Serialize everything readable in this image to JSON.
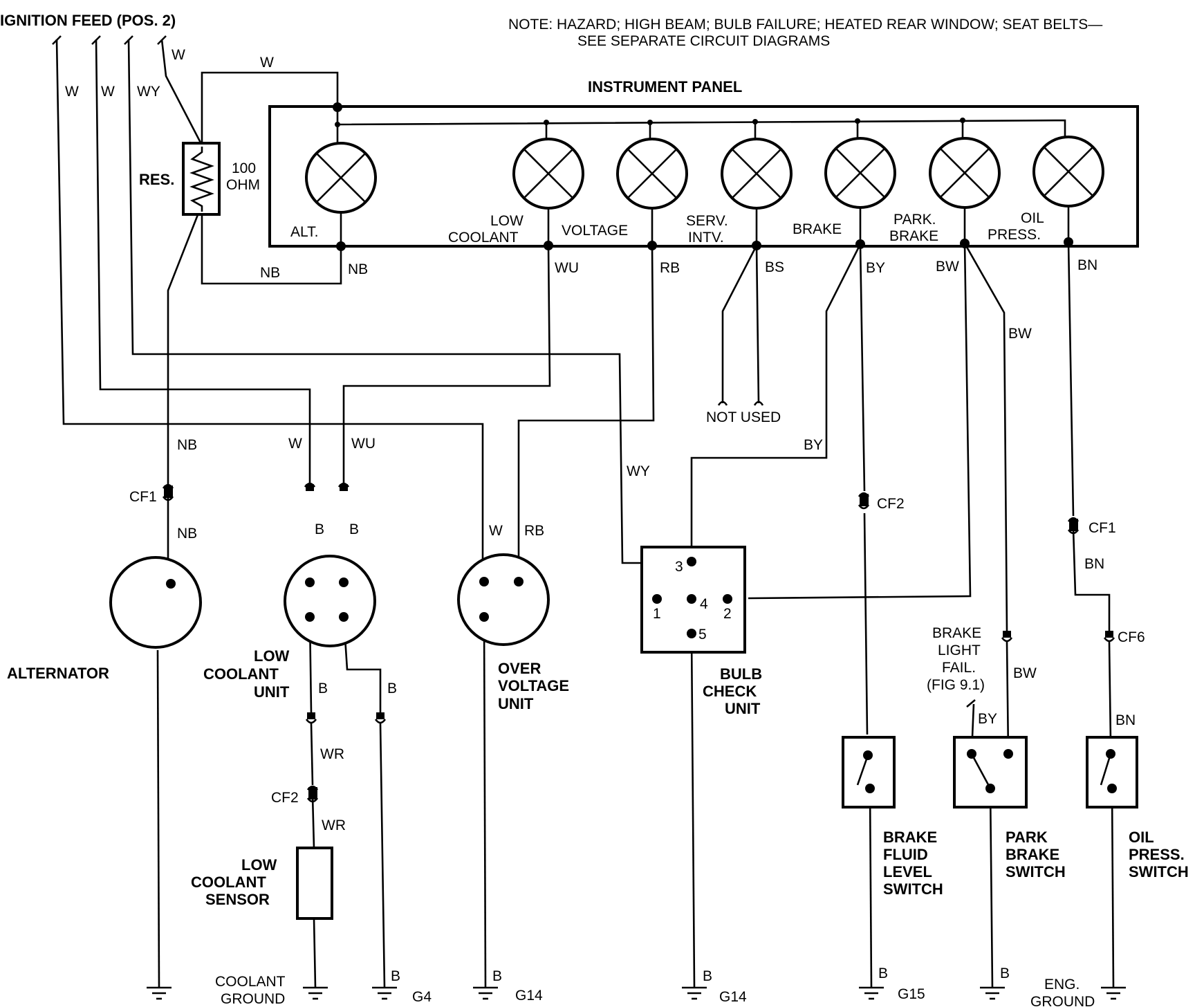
{
  "title": "IGNITION FEED (POS. 2)",
  "note": {
    "line1": "NOTE:  HAZARD; HIGH BEAM; BULB FAILURE; HEATED REAR WINDOW; SEAT BELTS—",
    "line2": "SEE SEPARATE CIRCUIT DIAGRAMS"
  },
  "instrument_panel": {
    "label": "INSTRUMENT PANEL",
    "lamps": [
      {
        "label1": "",
        "label2": "ALT."
      },
      {
        "label1": "LOW",
        "label2": "COOLANT"
      },
      {
        "label1": "",
        "label2": "VOLTAGE"
      },
      {
        "label1": "SERV.",
        "label2": "INTV."
      },
      {
        "label1": "",
        "label2": "BRAKE"
      },
      {
        "label1": "PARK.",
        "label2": "BRAKE"
      },
      {
        "label1": "OIL",
        "label2": "PRESS."
      }
    ]
  },
  "resistor": {
    "label": "RES.",
    "value1": "100",
    "value2": "OHM"
  },
  "wire_labels": {
    "feed1": "W",
    "feed2": "W",
    "feed3": "WY",
    "feed4": "W",
    "res_top": "W",
    "res_bottom": "NB",
    "alt_out": "NB",
    "low_coolant_out": "WU",
    "voltage_out": "RB",
    "serv_out": "BS",
    "brake_out": "BY",
    "park_out": "BW",
    "oil_out": "BN",
    "park_branch": "BW",
    "alt_feed": "NB",
    "alt_feed_below": "NB",
    "lcu_feed_w": "W",
    "lcu_feed_wu": "WU",
    "lcu_b1": "B",
    "lcu_b2": "B",
    "ovu_w": "W",
    "ovu_rb": "RB",
    "bulb_wy": "WY",
    "bulb_by": "BY",
    "lcu_out_b": "B",
    "lcu_out_b2": "B",
    "sensor_wr1": "WR",
    "sensor_wr2": "WR",
    "oil_bn": "BN",
    "park_bw": "BW",
    "brake_light_by": "BY",
    "oil_switch_bn": "BN",
    "gnd_b_g4": "B",
    "gnd_b_g14a": "B",
    "gnd_b_g14b": "B",
    "gnd_b_g15": "B",
    "gnd_b_park": "B"
  },
  "connectors": {
    "cf1_left": "CF1",
    "cf2_right": "CF2",
    "cf1_right": "CF1",
    "cf6": "CF6",
    "cf2_sensor": "CF2"
  },
  "not_used": "NOT USED",
  "components": {
    "alternator": "ALTERNATOR",
    "low_coolant_unit": [
      "LOW",
      "COOLANT",
      "UNIT"
    ],
    "over_voltage_unit": [
      "OVER",
      "VOLTAGE",
      "UNIT"
    ],
    "bulb_check_unit": [
      "BULB",
      "CHECK",
      "UNIT"
    ],
    "low_coolant_sensor": [
      "LOW",
      "COOLANT",
      "SENSOR"
    ],
    "brake_fluid_level_switch": [
      "BRAKE",
      "FLUID",
      "LEVEL",
      "SWITCH"
    ],
    "park_brake_switch": [
      "PARK",
      "BRAKE",
      "SWITCH"
    ],
    "oil_press_switch": [
      "OIL",
      "PRESS.",
      "SWITCH"
    ]
  },
  "bulb_check_pins": [
    "1",
    "2",
    "3",
    "4",
    "5"
  ],
  "brake_light_fail": [
    "BRAKE",
    "LIGHT",
    "FAIL.",
    "(FIG 9.1)"
  ],
  "grounds": {
    "coolant_ground": [
      "COOLANT",
      "GROUND"
    ],
    "g4": "G4",
    "g14a": "G14",
    "g14b": "G14",
    "g15": "G15",
    "eng_ground": [
      "ENG.",
      "GROUND"
    ]
  },
  "colors": {
    "ink": "#000000",
    "background": "#ffffff"
  }
}
